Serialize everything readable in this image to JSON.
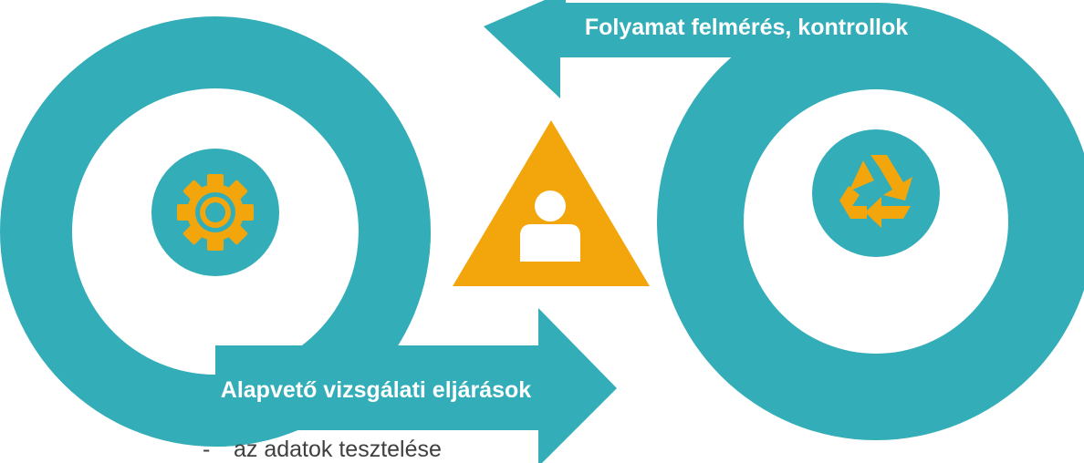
{
  "diagram": {
    "top_label": "Folyamat felmérés, kontrollok",
    "bottom_label": "Alapvető vizsgálati eljárások",
    "bullet_dash": "-",
    "bullet_text": "az adatok tesztelése",
    "left_icon": "gear-icon",
    "right_icon": "recycle-icon",
    "center_icon": "person-icon"
  },
  "colors": {
    "teal": "#33adb8",
    "orange": "#f3a60b",
    "white": "#ffffff",
    "text_gray": "#404040"
  }
}
